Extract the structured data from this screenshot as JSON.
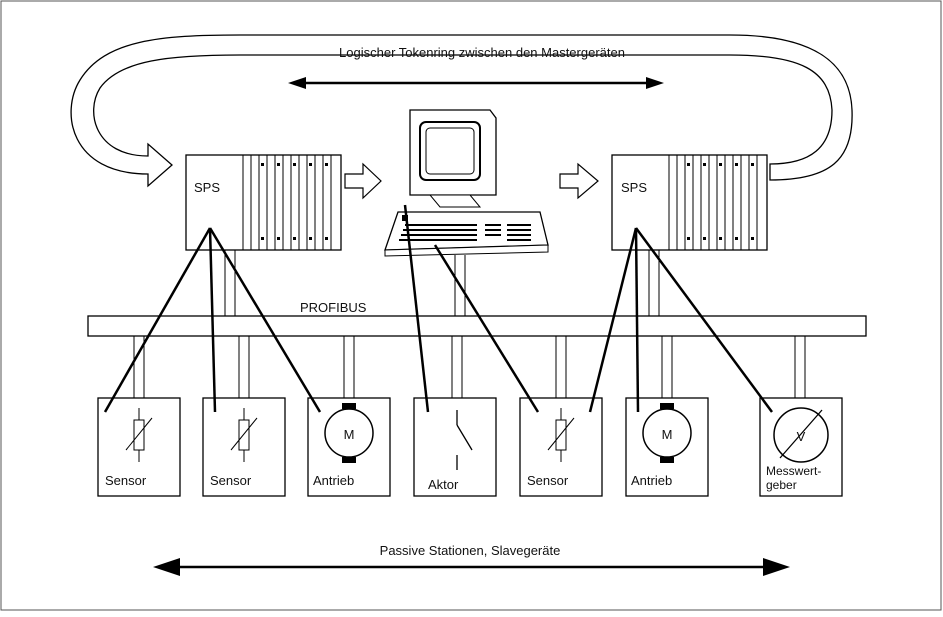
{
  "diagram": {
    "top_label": "Logischer Tokenring zwischen den Mastergeräten",
    "bus_label": "PROFIBUS",
    "bottom_label": "Passive Stationen, Slavegeräte",
    "masters": [
      {
        "label": "SPS"
      },
      {
        "label": "SPS"
      }
    ],
    "slaves": [
      {
        "label": "Sensor",
        "symbol": "sensor-icon"
      },
      {
        "label": "Sensor",
        "symbol": "sensor-icon"
      },
      {
        "label": "Antrieb",
        "symbol": "motor-icon",
        "glyph": "M"
      },
      {
        "label": "Aktor",
        "symbol": "switch-icon"
      },
      {
        "label": "Sensor",
        "symbol": "sensor-icon"
      },
      {
        "label": "Antrieb",
        "symbol": "motor-icon",
        "glyph": "M"
      },
      {
        "label_line1": "Messwert-",
        "label_line2": "geber",
        "symbol": "voltmeter-icon",
        "glyph": "V"
      }
    ]
  }
}
